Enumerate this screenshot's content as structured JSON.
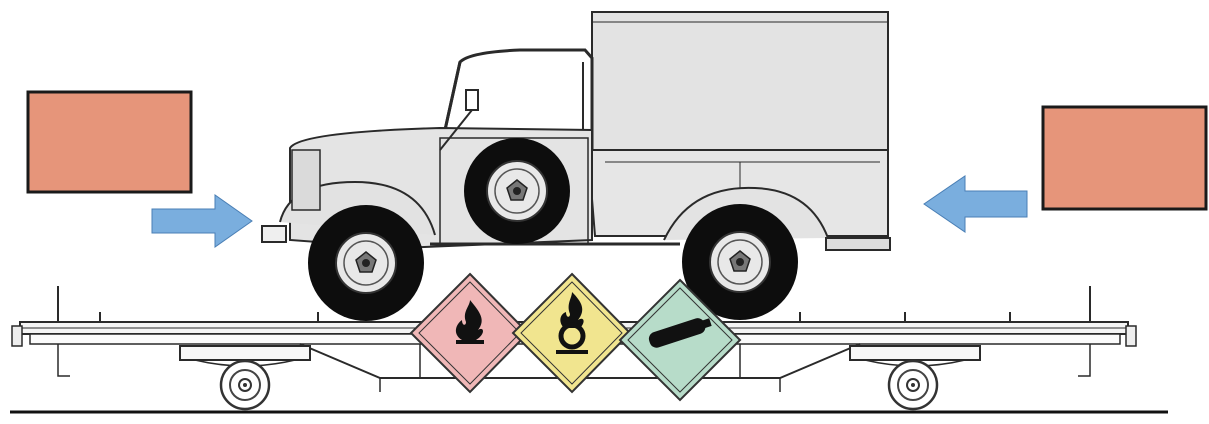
{
  "colors": {
    "block": "#e6957a",
    "arrow": "#7aaede",
    "vehicle": "#e3e3e3",
    "outline": "#2a2a2a",
    "tire": "#0d0d0d",
    "placard_flammable": "#f0b7b7",
    "placard_oxidizing": "#f1e58f",
    "placard_gas": "#b7dcc9"
  },
  "icons": {
    "left_block": "crate",
    "right_block": "crate",
    "left_arrow": "arrow-right",
    "right_arrow": "arrow-left",
    "placard_1": "flame",
    "placard_2": "flame-over-circle",
    "placard_3": "gas-cylinder"
  }
}
